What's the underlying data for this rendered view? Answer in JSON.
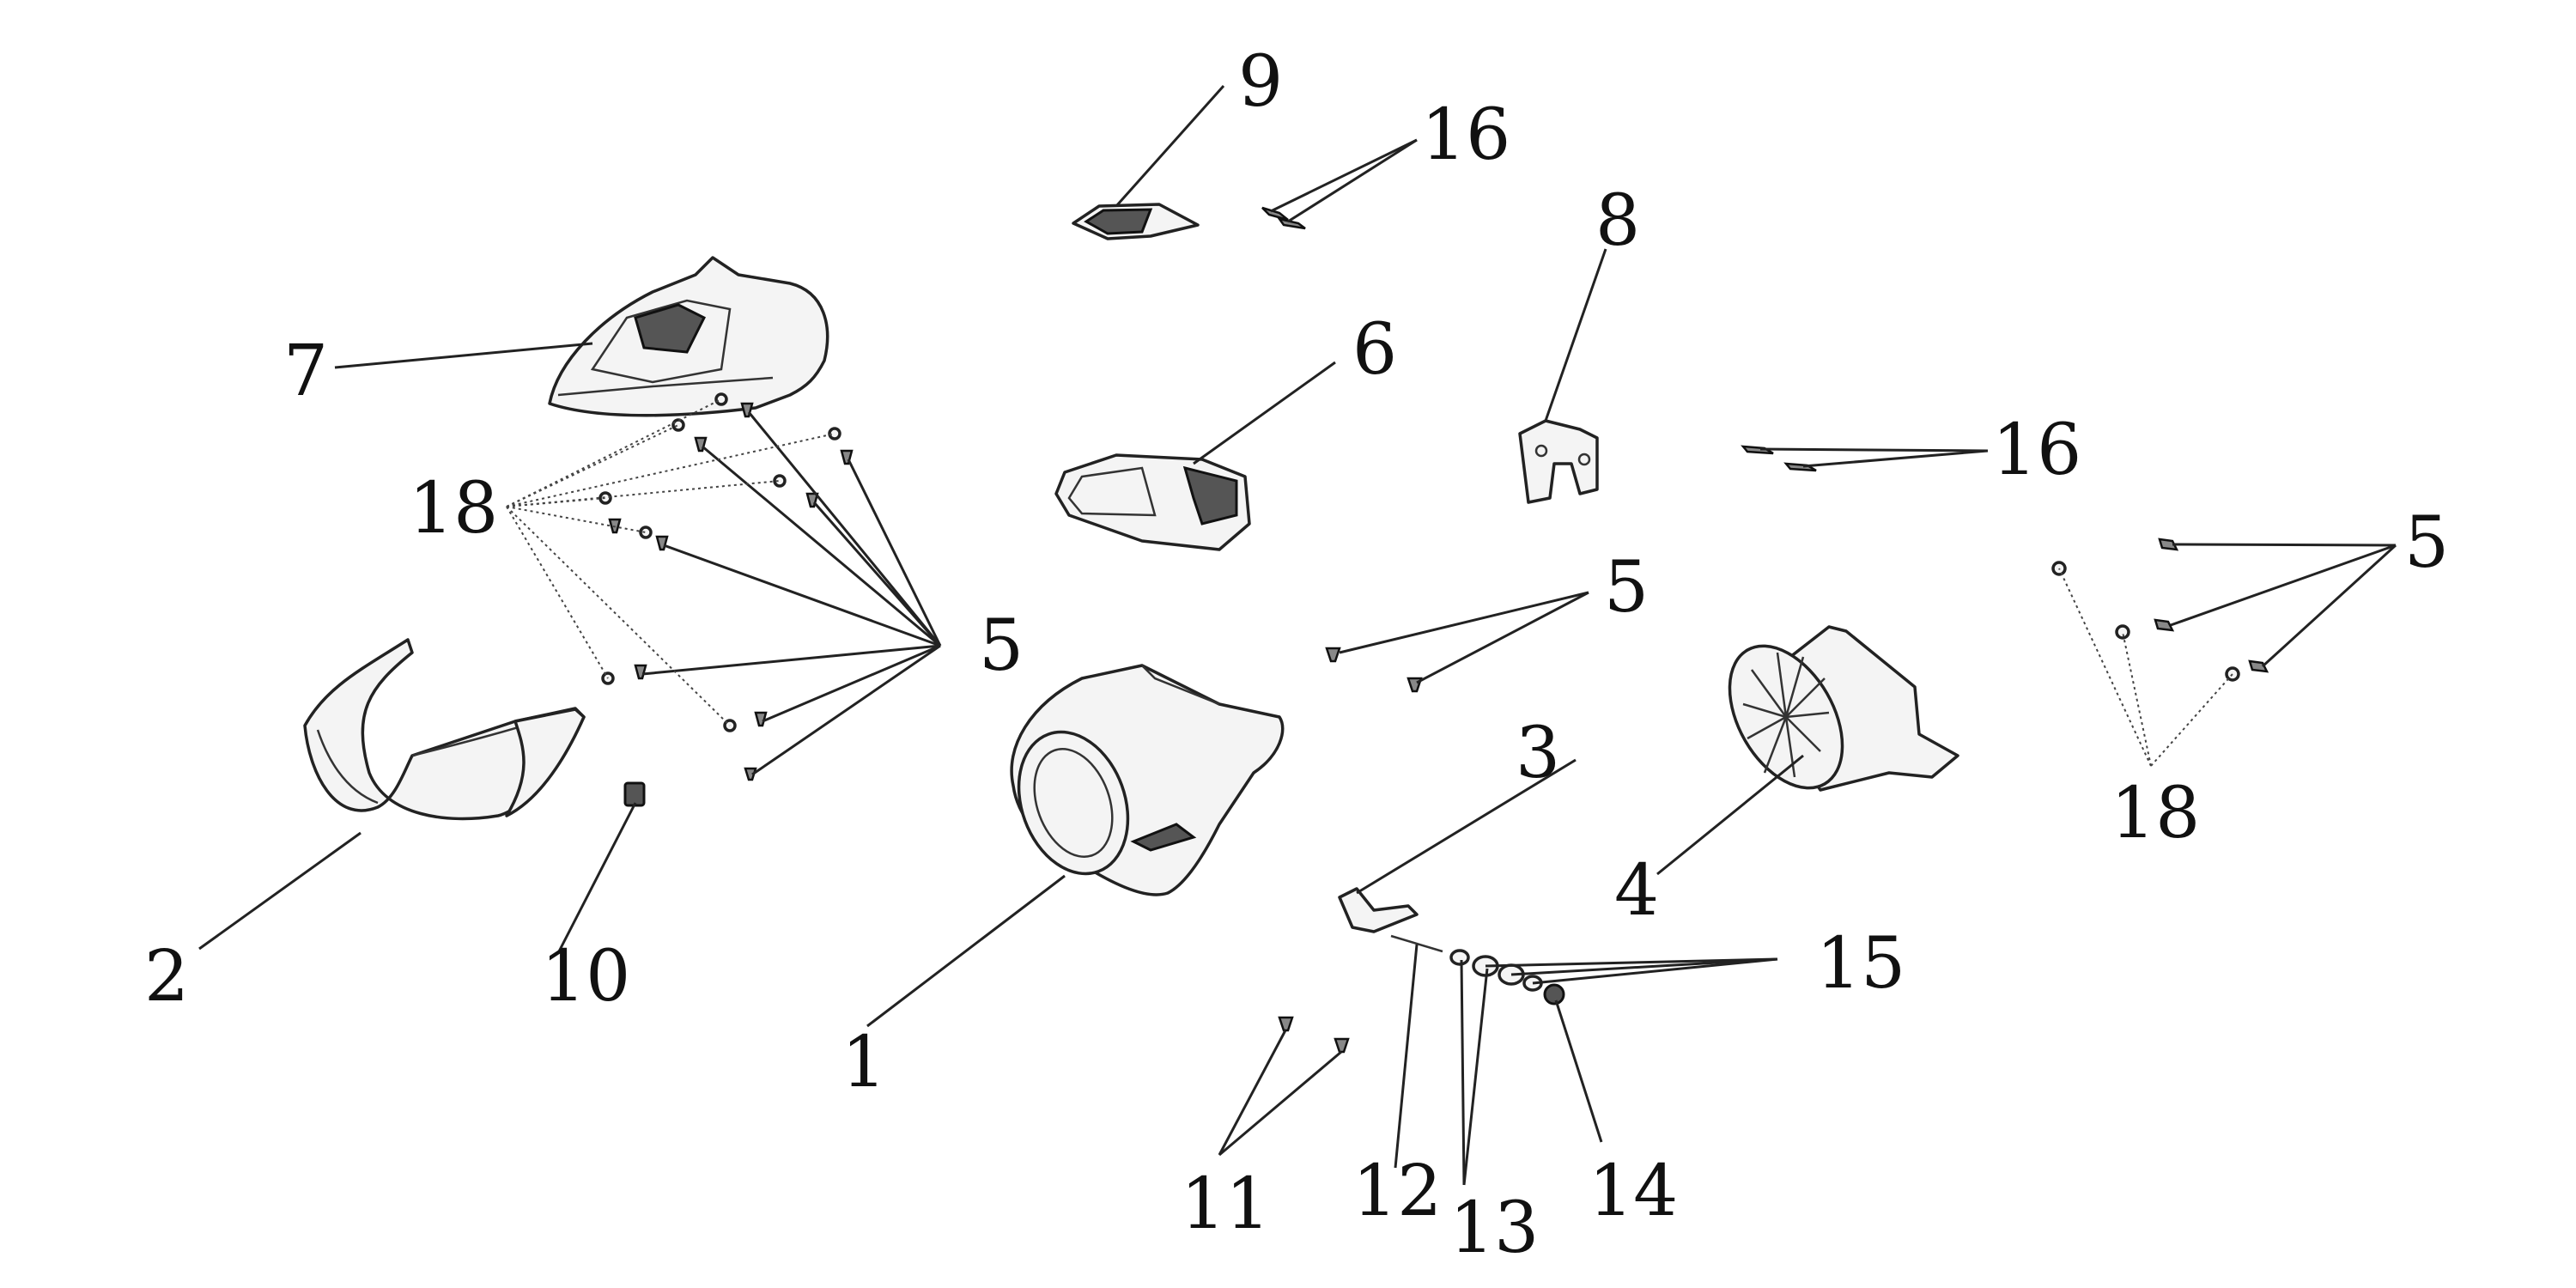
{
  "callouts": {
    "c1": "1",
    "c2": "2",
    "c3": "3",
    "c4": "4",
    "c5a": "5",
    "c5b": "5",
    "c5c": "5",
    "c6": "6",
    "c7": "7",
    "c8": "8",
    "c9": "9",
    "c10": "10",
    "c11": "11",
    "c12": "12",
    "c13": "13",
    "c14": "14",
    "c15": "15",
    "c16a": "16",
    "c16b": "16",
    "c18a": "18",
    "c18b": "18"
  },
  "colors": {
    "ink": "#111111",
    "fill": "#f4f4f4",
    "dark": "#555555"
  }
}
